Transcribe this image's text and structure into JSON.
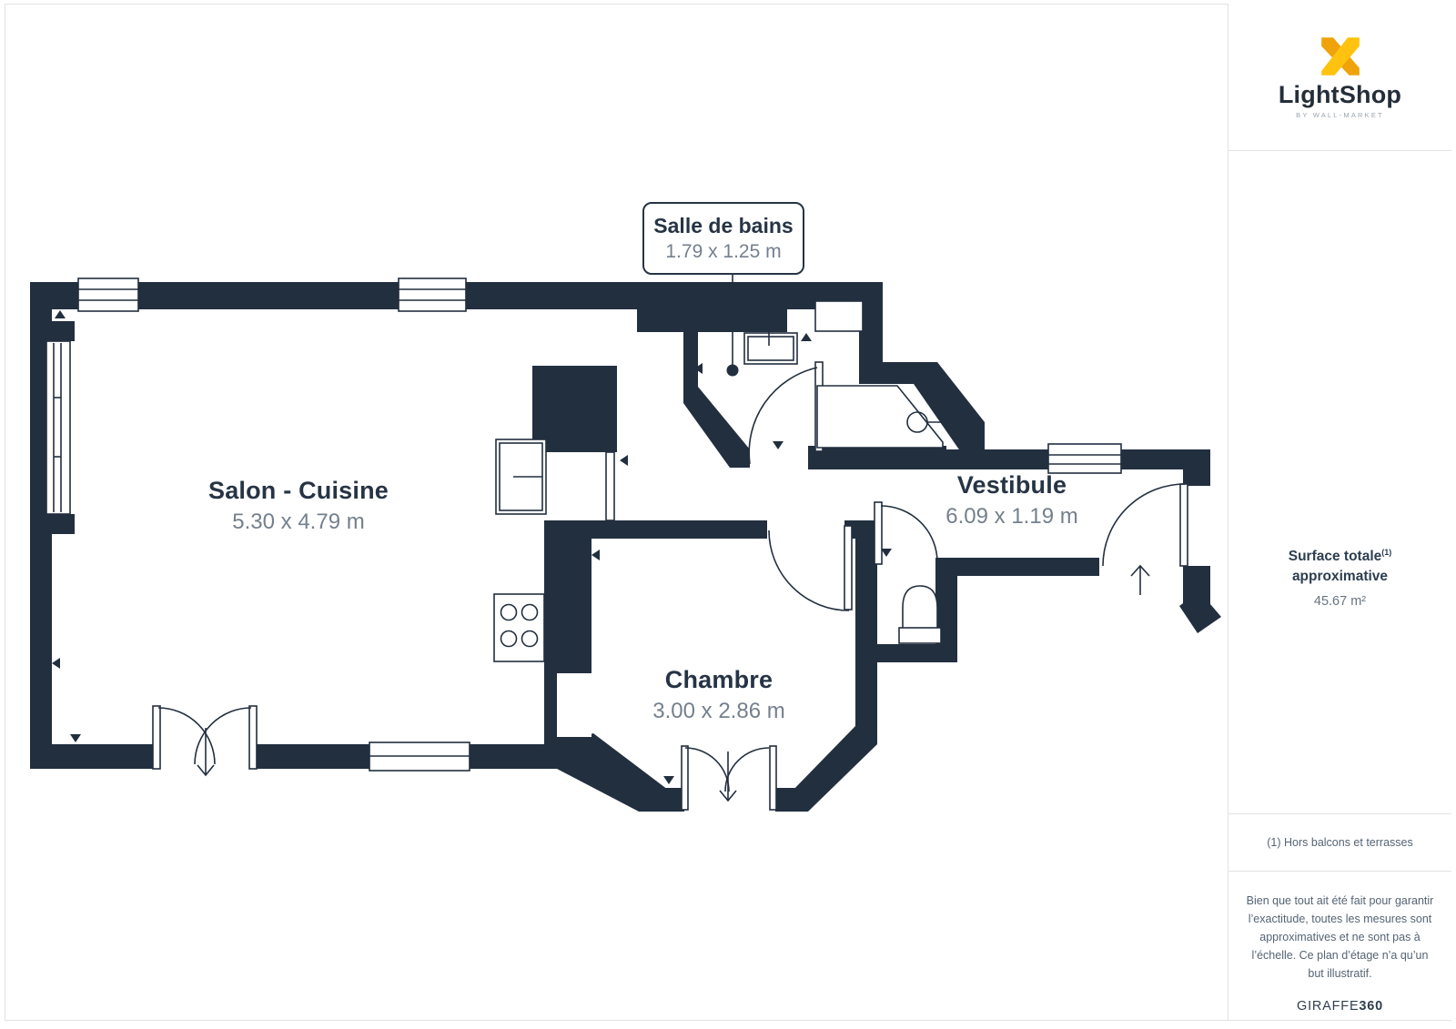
{
  "branding": {
    "logo_text": "LightShop",
    "logo_tagline": "BY WALL-MARKET"
  },
  "floorplan": {
    "rooms": [
      {
        "name": "Salon - Cuisine",
        "dimensions": "5.30 x 4.79 m"
      },
      {
        "name": "Salle de bains",
        "dimensions": "1.79 x 1.25 m"
      },
      {
        "name": "Vestibule",
        "dimensions": "6.09 x 1.19 m"
      },
      {
        "name": "Chambre",
        "dimensions": "3.00 x 2.86 m"
      }
    ]
  },
  "sidebar": {
    "surface_label_line1": "Surface totale",
    "surface_label_sup": "(1)",
    "surface_label_line2": "approximative",
    "surface_value": "45.67 m²",
    "footnote": "(1) Hors balcons et terrasses",
    "disclaimer": "Bien que tout ait été fait pour garantir l’exactitude, toutes les mesures sont approximatives et ne sont pas à l’échelle. Ce plan d’étage n’a qu’un but illustratif.",
    "provider_name": "GIRAFFE",
    "provider_number": "360"
  },
  "colors": {
    "wall": "#222f3f",
    "room_title": "#263445",
    "room_dims": "#74808d",
    "accent_yellow": "#ffc20e",
    "accent_orange": "#f0a20a"
  }
}
